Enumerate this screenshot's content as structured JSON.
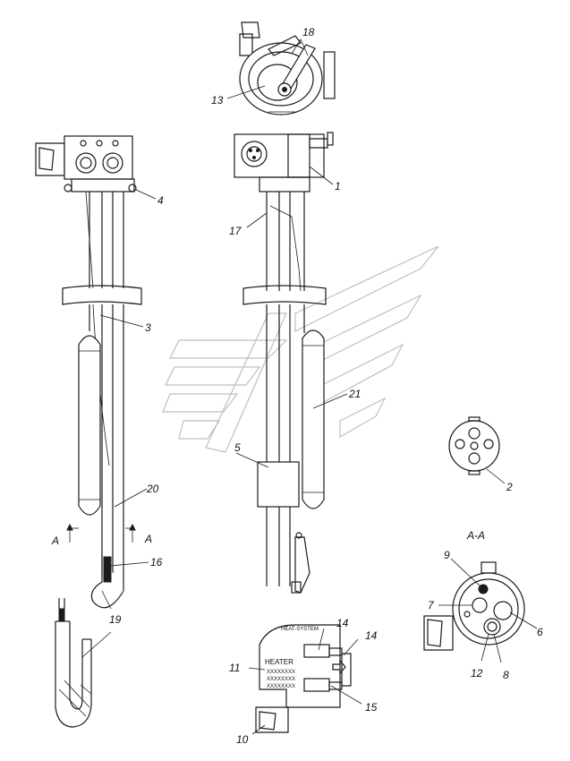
{
  "callouts": [
    {
      "id": "c18",
      "text": "18"
    },
    {
      "id": "c13",
      "text": "13"
    },
    {
      "id": "c4",
      "text": "4"
    },
    {
      "id": "c1",
      "text": "1"
    },
    {
      "id": "c17",
      "text": "17"
    },
    {
      "id": "c3",
      "text": "3"
    },
    {
      "id": "c21",
      "text": "21"
    },
    {
      "id": "c5",
      "text": "5"
    },
    {
      "id": "c2",
      "text": "2"
    },
    {
      "id": "c20",
      "text": "20"
    },
    {
      "id": "cA1",
      "text": "A"
    },
    {
      "id": "cA2",
      "text": "A"
    },
    {
      "id": "c16",
      "text": "16"
    },
    {
      "id": "c19",
      "text": "19"
    },
    {
      "id": "section",
      "text": "A-A"
    },
    {
      "id": "c9",
      "text": "9"
    },
    {
      "id": "c7",
      "text": "7"
    },
    {
      "id": "c6",
      "text": "6"
    },
    {
      "id": "c12",
      "text": "12"
    },
    {
      "id": "c8",
      "text": "8"
    },
    {
      "id": "c14a",
      "text": "14"
    },
    {
      "id": "c14b",
      "text": "14"
    },
    {
      "id": "c11",
      "text": "11"
    },
    {
      "id": "c15",
      "text": "15"
    },
    {
      "id": "c10",
      "text": "10"
    }
  ],
  "heater_label": {
    "brand": "HEATER",
    "rows": [
      "XXXXXXXX",
      "XXXXXXXX",
      "XXXXXXXX"
    ],
    "top_text": "HEAT-SYSTEM"
  },
  "colors": {
    "ink": "#1a1a1a",
    "watermark": "#bfbfbf",
    "background": "#ffffff"
  }
}
